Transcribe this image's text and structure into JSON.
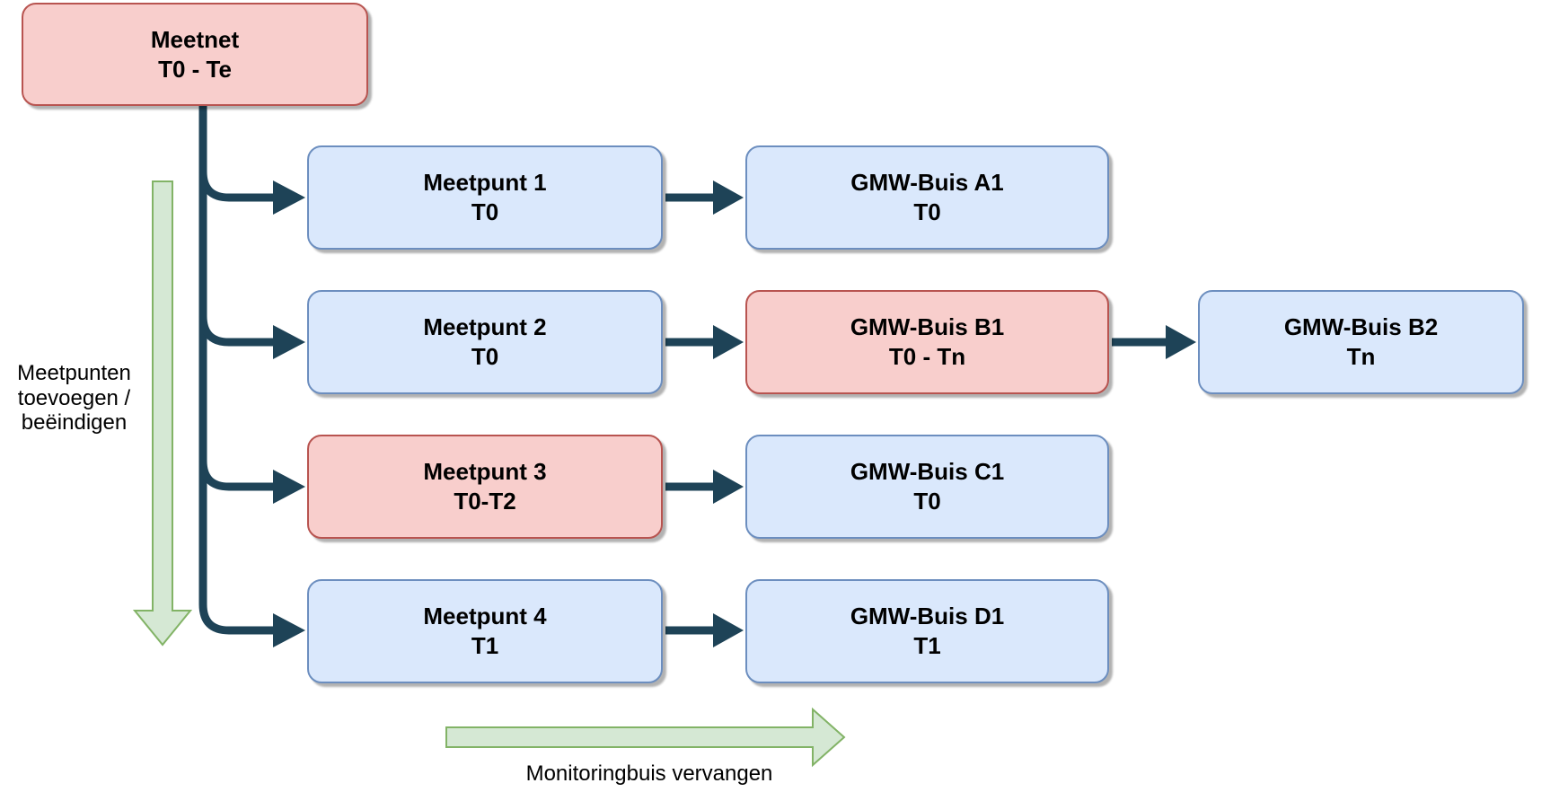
{
  "diagram": {
    "root": {
      "title": "Meetnet",
      "period": "T0 - Te",
      "variant": "red"
    },
    "rows": [
      {
        "meetpunt": {
          "title": "Meetpunt 1",
          "period": "T0",
          "variant": "blue"
        },
        "buis": {
          "title": "GMW-Buis A1",
          "period": "T0",
          "variant": "blue"
        }
      },
      {
        "meetpunt": {
          "title": "Meetpunt 2",
          "period": "T0",
          "variant": "blue"
        },
        "buis": {
          "title": "GMW-Buis B1",
          "period": "T0 - Tn",
          "variant": "red"
        },
        "buis2": {
          "title": "GMW-Buis B2",
          "period": "Tn",
          "variant": "blue"
        }
      },
      {
        "meetpunt": {
          "title": "Meetpunt 3",
          "period": "T0-T2",
          "variant": "red"
        },
        "buis": {
          "title": "GMW-Buis C1",
          "period": "T0",
          "variant": "blue"
        }
      },
      {
        "meetpunt": {
          "title": "Meetpunt 4",
          "period": "T1",
          "variant": "blue"
        },
        "buis": {
          "title": "GMW-Buis D1",
          "period": "T1",
          "variant": "blue"
        }
      }
    ],
    "captions": {
      "vertical_axis": "Meetpunten\ntoevoegen /\nbeëindigen",
      "horizontal_axis": "Monitoringbuis vervangen"
    },
    "colors": {
      "node_red_fill": "#f8cecc",
      "node_red_border": "#b85450",
      "node_blue_fill": "#dae8fc",
      "node_blue_border": "#6c8ebf",
      "connector": "#1e4357",
      "green_arrow_fill": "#d5e8d4",
      "green_arrow_border": "#82b366",
      "text": "#000000"
    }
  }
}
